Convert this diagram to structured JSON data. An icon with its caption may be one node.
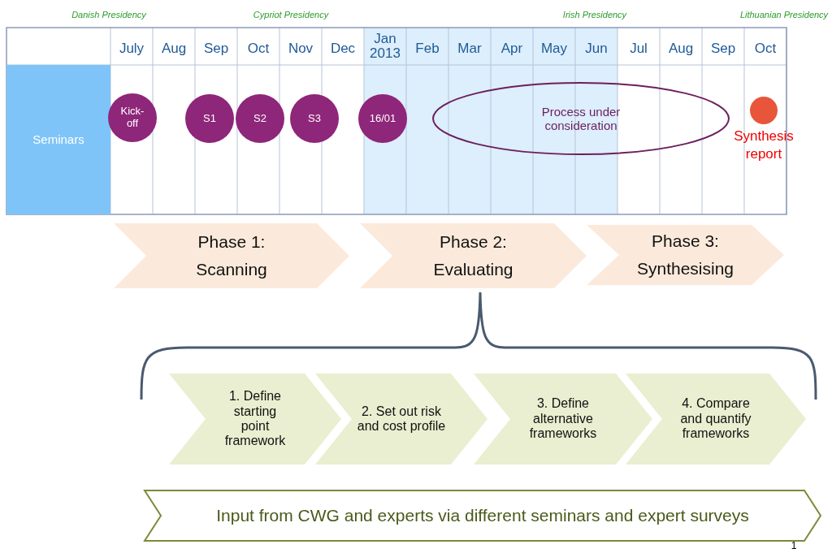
{
  "diagram": {
    "nodes": [
      {
        "text": [
          "Seminars"
        ]
      },
      {
        "text": [
          "Kick-off"
        ]
      },
      {
        "text": [
          "S1"
        ]
      },
      {
        "text": [
          "S2"
        ]
      },
      {
        "text": [
          "S3"
        ]
      },
      {
        "text": [
          "16/01"
        ]
      },
      {
        "text": [
          "Process under consideration"
        ]
      },
      {
        "text": [],
        "shape": "circle",
        "beside": [
          "Synthesis report"
        ]
      },
      {
        "text": [
          "Phase 1: Scanning"
        ]
      },
      {
        "text": [
          "Phase 2: Evaluating"
        ]
      },
      {
        "text": [
          "Phase 3: Synthesising"
        ]
      },
      {
        "text": [
          "1. Define starting point framework"
        ]
      },
      {
        "text": [
          "2. Set out risk and cost profile"
        ]
      },
      {
        "text": [
          "3. Define alternative frameworks"
        ]
      },
      {
        "text": [
          "4. Compare and quantify frameworks"
        ]
      },
      {
        "text": [
          "Input from CWG and experts via different seminars and expert surveys"
        ]
      }
    ],
    "labels": [
      "Danish Presidency",
      "Cypriot Presidency",
      "Irish Presidency",
      "Lithuanian Presidency",
      "July",
      "Aug",
      "Sep",
      "Oct",
      "Nov",
      "Dec",
      "Jan 2013",
      "Feb",
      "Mar",
      "Apr",
      "May",
      "Jun",
      "Jul",
      "Aug",
      "Sep",
      "Oct",
      "1"
    ]
  }
}
